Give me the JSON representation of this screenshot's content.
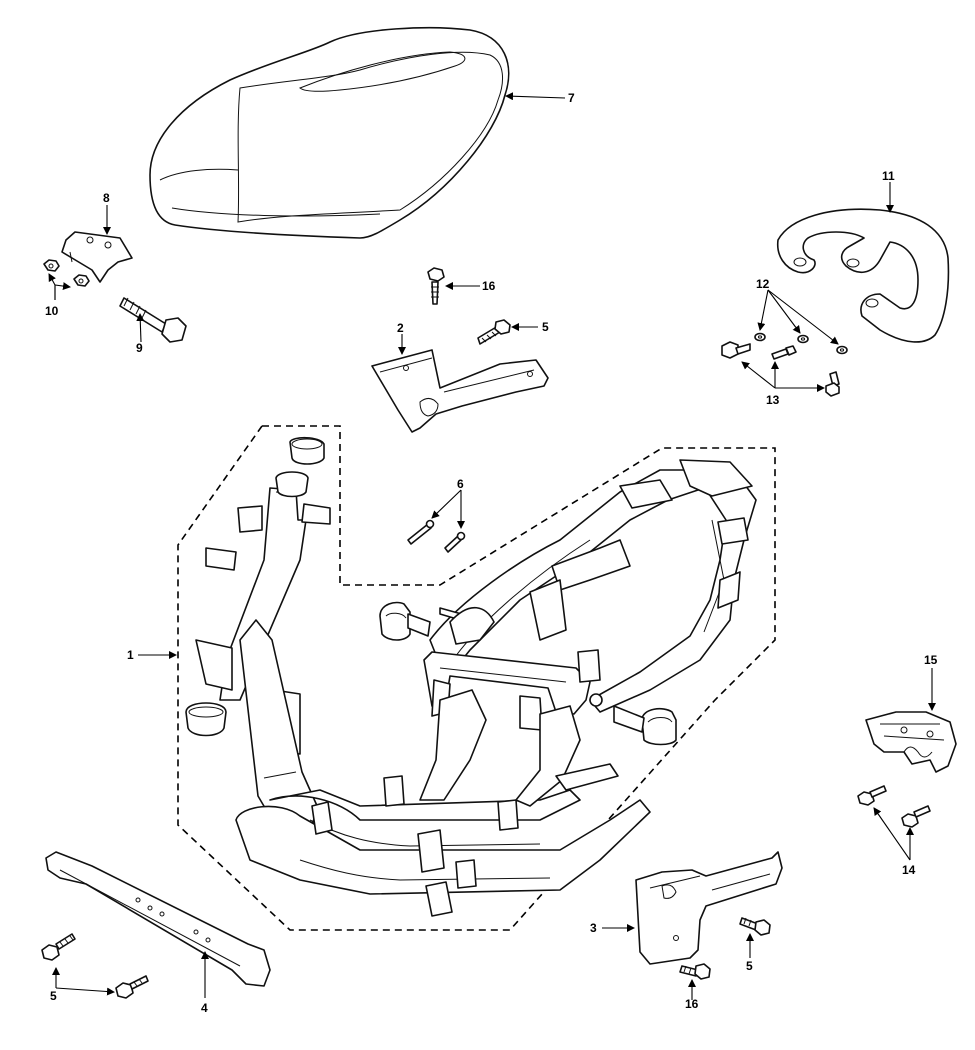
{
  "callouts": {
    "c1": "1",
    "c2": "2",
    "c3": "3",
    "c4": "4",
    "c5a": "5",
    "c5b": "5",
    "c5c": "5",
    "c6": "6",
    "c7": "7",
    "c8": "8",
    "c9": "9",
    "c10": "10",
    "c11": "11",
    "c12": "12",
    "c13": "13",
    "c14": "14",
    "c15": "15",
    "c16a": "16",
    "c16b": "16"
  },
  "colors": {
    "ink": "#000000",
    "background": "#ffffff",
    "seat_fill": "#8c8c8c"
  }
}
